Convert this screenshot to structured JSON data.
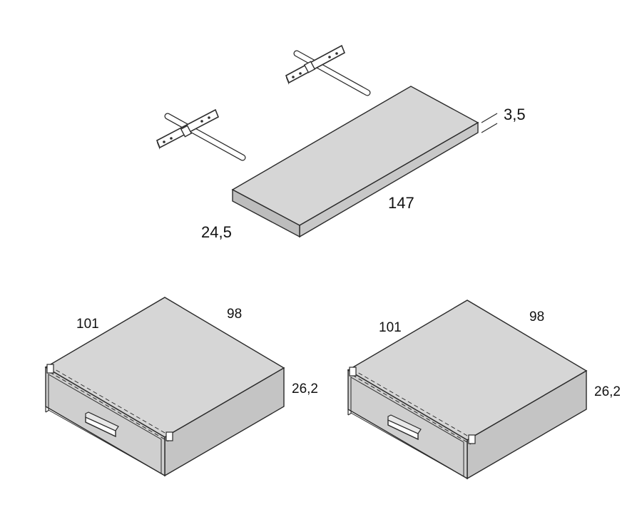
{
  "shelf": {
    "length": "147",
    "depth": "24,5",
    "thickness": "3,5"
  },
  "drawer_left": {
    "width": "101",
    "depth": "98",
    "height": "26,2"
  },
  "drawer_right": {
    "width": "101",
    "depth": "98",
    "height": "26,2"
  },
  "colors": {
    "panel_top": "#d6d6d6",
    "panel_side": "#c4c4c4",
    "front": "#cfcfcf",
    "outline": "#2a2a2a",
    "bracket": "#2e2e2e"
  }
}
